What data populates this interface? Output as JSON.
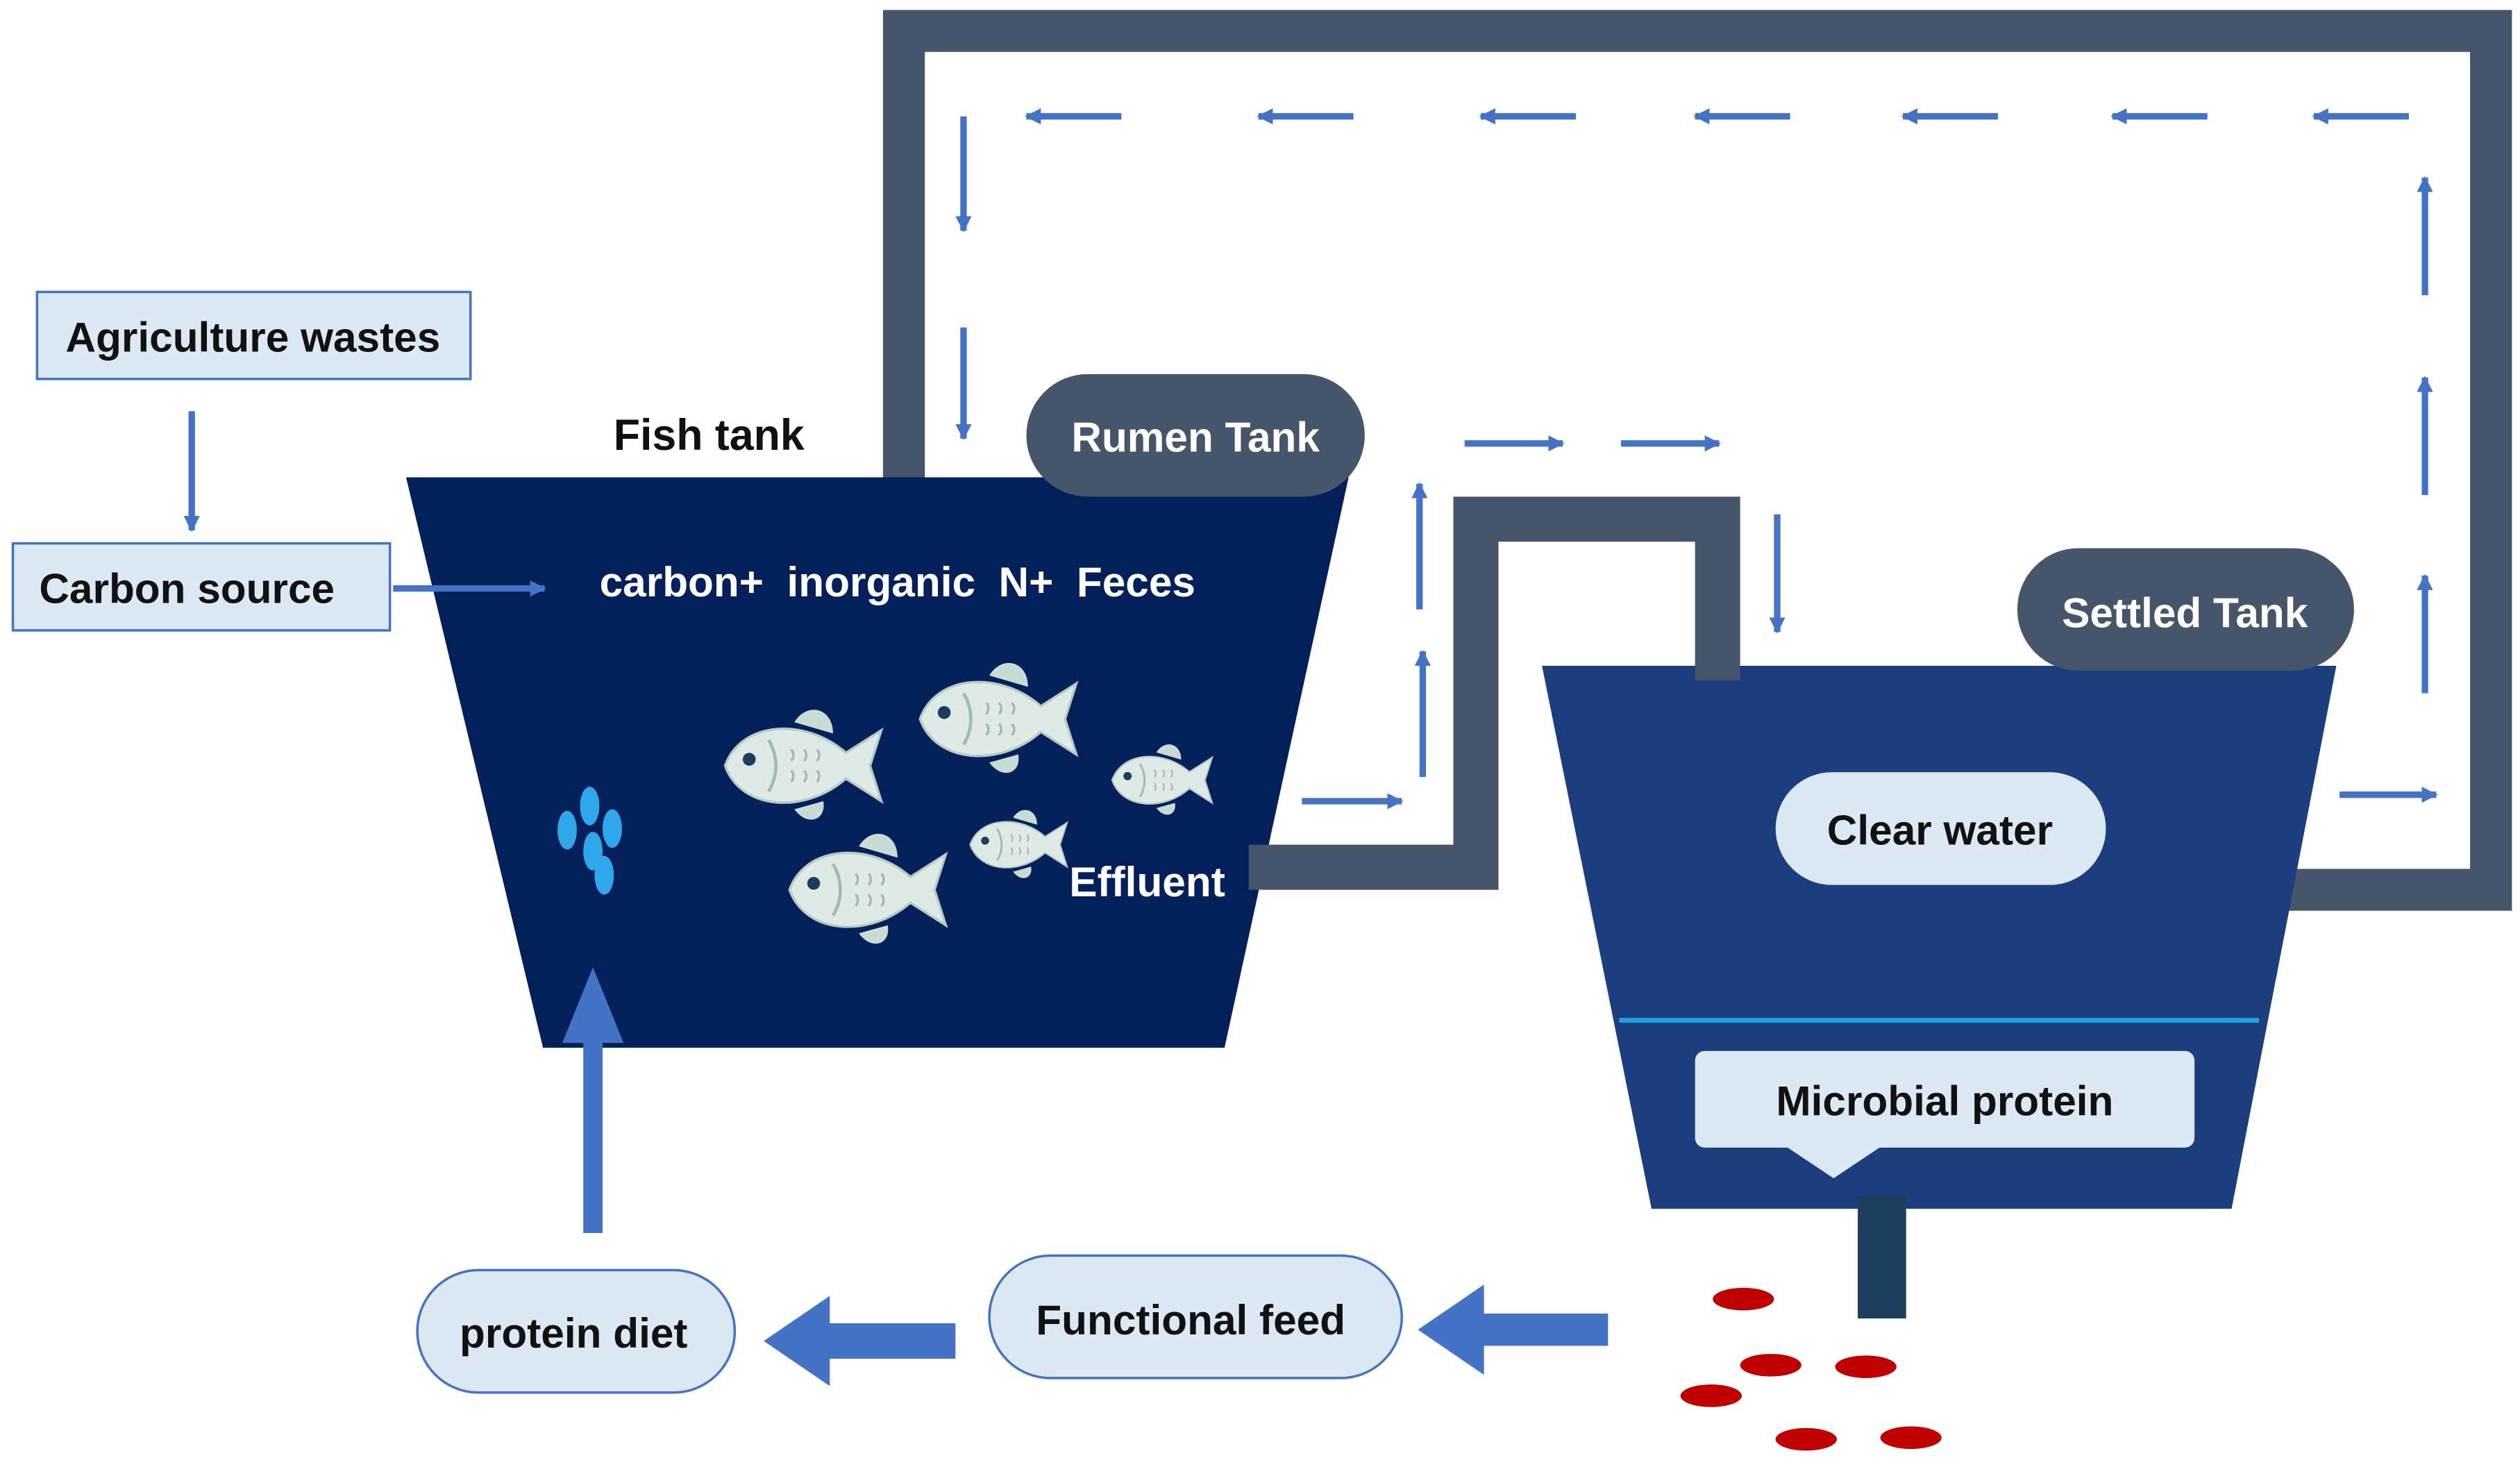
{
  "labels": {
    "agriculture_wastes": "Agriculture wastes",
    "carbon_source": "Carbon source",
    "fish_tank": "Fish tank",
    "rumen_tank": "Rumen Tank",
    "tank_contents": "carbon+  inorganic  N+  Feces",
    "effluent": "Effluent",
    "settled_tank": "Settled Tank",
    "clear_water": "Clear water",
    "microbial_protein": "Microbial protein",
    "functional_feed": "Functional feed",
    "protein_diet": "protein diet"
  },
  "colors": {
    "fish_tank": "#03205a",
    "settled_tank": "#1c3d7e",
    "pipe": "#465569",
    "flow_arrow": "#4472c4",
    "label_box": "#dde8f5",
    "label_pill_dark": "#465569",
    "pellet": "#c00000",
    "fish": "#dfeae6",
    "bubble": "#2fa7ea",
    "sediment_line": "#1fa0e0"
  },
  "icons": {
    "fish": "fish-icon",
    "bubble": "bubble-icon",
    "pellet": "feed-pellet-icon"
  }
}
